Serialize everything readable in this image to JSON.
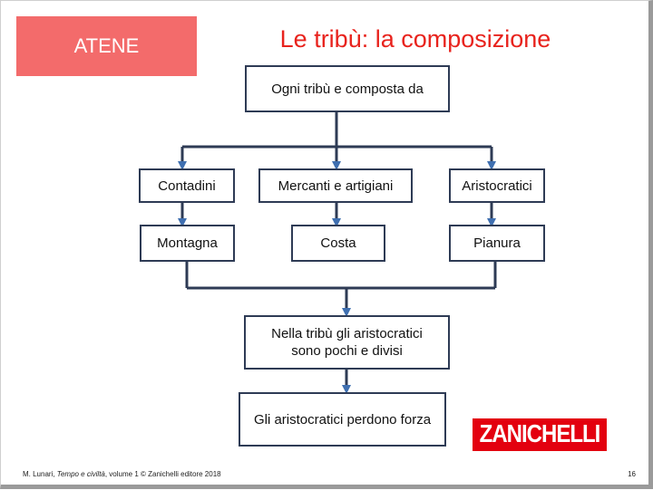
{
  "slide": {
    "section": "ATENE",
    "title": "Le tribù: la composizione"
  },
  "diagram": {
    "root": "Ogni tribù e composta da",
    "groups": [
      {
        "member": "Contadini",
        "area": "Montagna"
      },
      {
        "member": "Mercanti e artigiani",
        "area": "Costa"
      },
      {
        "member": "Aristocratici",
        "area": "Pianura"
      }
    ],
    "consequence_line1": "Nella tribù gli aristocratici",
    "consequence_line2": "sono pochi e divisi",
    "outcome": "Gli aristocratici perdono forza"
  },
  "footer": {
    "credit_before": "M. Lunari, ",
    "credit_title": "Tempo e civiltà",
    "credit_after": ", volume 1 © Zanichelli editore 2018",
    "page_number": "16"
  },
  "logo_text": "ZANICHELLI",
  "colors": {
    "accent_red": "#e8231d",
    "tag_fill": "#f36b6b",
    "box_border": "#2e3b55",
    "connector": "#2e3b55",
    "arrowhead": "#3f6fb0",
    "logo_red": "#e3000f"
  }
}
